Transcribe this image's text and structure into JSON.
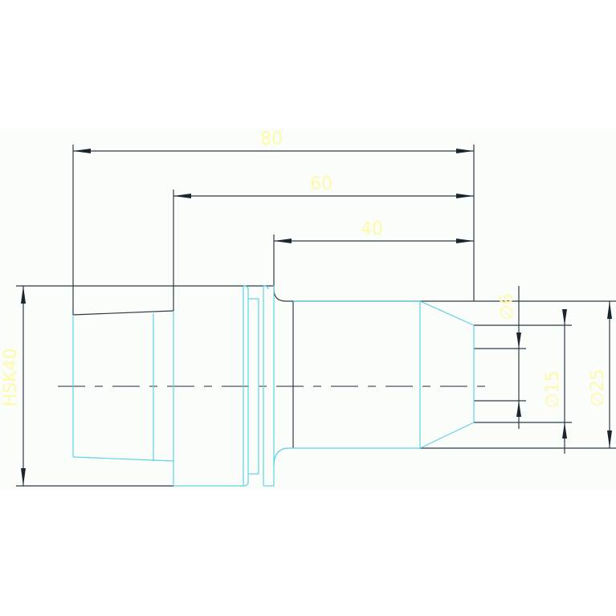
{
  "drawing": {
    "dimensions": {
      "len_80": "80",
      "len_60": "60",
      "len_40": "40",
      "dia_6": "∅6",
      "dia_15": "∅15",
      "dia_25": "∅25",
      "hsk": "HSK40"
    }
  },
  "colors": {
    "background": "#ffffff",
    "paper": "#fbfdfb",
    "outline": "#2b3b46",
    "part": "#5fd3e4",
    "dimension_text": "#fff9a8",
    "center_line": "#4a5560"
  }
}
